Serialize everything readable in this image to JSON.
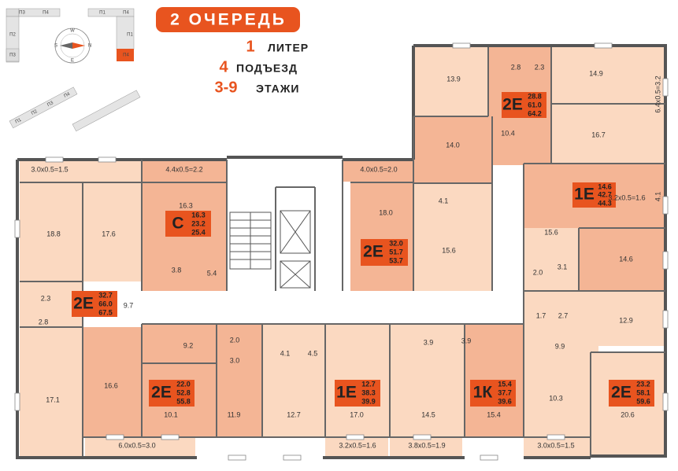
{
  "header": {
    "title": "2 ОЧЕРЕДЬ"
  },
  "info": [
    {
      "num": "1",
      "text": "ЛИТЕР"
    },
    {
      "num": "4",
      "text": "ПОДЪЕЗД"
    },
    {
      "num": "3-9",
      "text": "ЭТАЖИ"
    }
  ],
  "keymap": {
    "compass": [
      "N",
      "S",
      "W",
      "E"
    ],
    "labels": [
      "П3",
      "П4",
      "П1",
      "П4",
      "П2",
      "П3",
      "П1",
      "П4",
      "П1",
      "П2",
      "П3",
      "П4"
    ]
  },
  "units": [
    {
      "code": "2Е",
      "areas": [
        "28.8",
        "61.0",
        "64.2"
      ]
    },
    {
      "code": "С",
      "areas": [
        "16.3",
        "23.2",
        "25.4"
      ]
    },
    {
      "code": "2Е",
      "areas": [
        "32.0",
        "51.7",
        "53.7"
      ]
    },
    {
      "code": "1Е",
      "areas": [
        "14.6",
        "42.7",
        "44.3"
      ]
    },
    {
      "code": "2Е",
      "areas": [
        "32.7",
        "66.0",
        "67.5"
      ]
    },
    {
      "code": "2Е",
      "areas": [
        "22.0",
        "52.8",
        "55.8"
      ]
    },
    {
      "code": "1Е",
      "areas": [
        "12.7",
        "38.3",
        "39.9"
      ]
    },
    {
      "code": "1К",
      "areas": [
        "15.4",
        "37.7",
        "39.6"
      ]
    },
    {
      "code": "2Е",
      "areas": [
        "23.2",
        "58.1",
        "59.6"
      ]
    }
  ],
  "rooms": [
    "13.9",
    "2.8",
    "2.3",
    "14.9",
    "10.4",
    "16.7",
    "14.0",
    "3.0x0.5=1.5",
    "4.4x0.5=2.2",
    "4.0x0.5=2.0",
    "6.4x0.5=3.2",
    "16.3",
    "18.0",
    "4.1",
    "15.6",
    "18.8",
    "17.6",
    "3.2x0.5=1.6",
    "4.1",
    "3.8",
    "5.4",
    "15.6",
    "14.6",
    "2.0",
    "3.1",
    "2.3",
    "9.7",
    "2.8",
    "1.7",
    "2.7",
    "12.9",
    "9.2",
    "2.0",
    "4.1",
    "4.5",
    "3.9",
    "3.9",
    "9.9",
    "3.0",
    "16.6",
    "17.1",
    "10.1",
    "11.9",
    "12.7",
    "17.0",
    "14.5",
    "15.4",
    "10.3",
    "20.6",
    "6.0x0.5=3.0",
    "3.2x0.5=1.6",
    "3.8x0.5=1.9",
    "3.0x0.5=1.5"
  ],
  "colors": {
    "accent": "#e8541f",
    "light": "#fbd9c1",
    "mid": "#f4b595",
    "wall": "#555555"
  }
}
